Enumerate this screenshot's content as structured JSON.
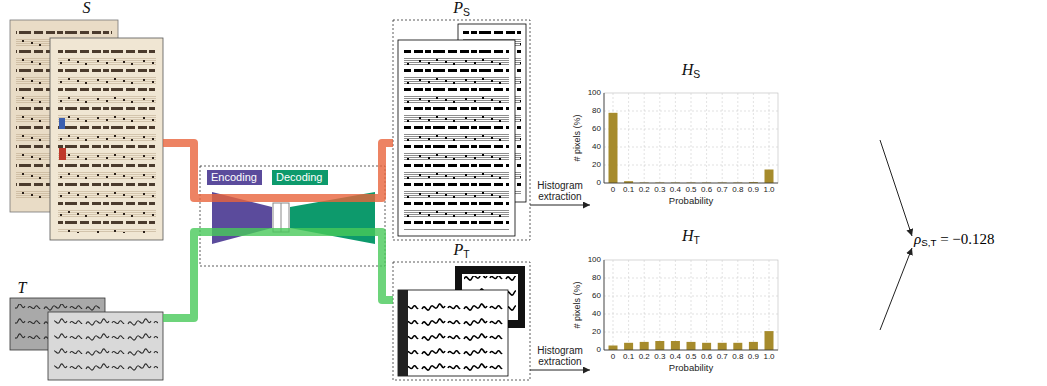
{
  "diagram": {
    "nodes": [
      {
        "text": [
          "S"
        ]
      },
      {
        "text": [
          "T"
        ]
      },
      {
        "text": [
          "Encoding"
        ]
      },
      {
        "text": [
          "Decoding"
        ]
      },
      {
        "text": [
          "PS"
        ]
      },
      {
        "text": [
          "PT"
        ]
      },
      {
        "text": [
          "HS"
        ]
      },
      {
        "text": [
          "HT"
        ]
      },
      {
        "text": [
          "ρS,T = −0.128"
        ]
      }
    ],
    "edges": [
      {
        "from": 0,
        "to": 4,
        "arrow": "none"
      },
      {
        "from": 1,
        "to": 5,
        "arrow": "none"
      },
      {
        "from": 4,
        "to": 6,
        "arrow": "to",
        "label": "Histogram extraction"
      },
      {
        "from": 5,
        "to": 7,
        "arrow": "to",
        "label": "Histogram extraction"
      },
      {
        "from": 6,
        "to": 8,
        "arrow": "to"
      },
      {
        "from": 7,
        "to": 8,
        "arrow": "to"
      }
    ],
    "labels": [
      "100",
      "80",
      "60",
      "40",
      "20",
      "0",
      "0",
      "0.1",
      "0.2",
      "0.3",
      "0.4",
      "0.5",
      "0.6",
      "0.7",
      "0.8",
      "0.9",
      "1.0",
      "# pixels (%)",
      "Probability",
      "100",
      "80",
      "60",
      "40",
      "20",
      "0",
      "0",
      "0.1",
      "0.2",
      "0.3",
      "0.4",
      "0.5",
      "0.6",
      "0.7",
      "0.8",
      "0.9",
      "1.0",
      "# pixels (%)",
      "Probability"
    ]
  }
}
